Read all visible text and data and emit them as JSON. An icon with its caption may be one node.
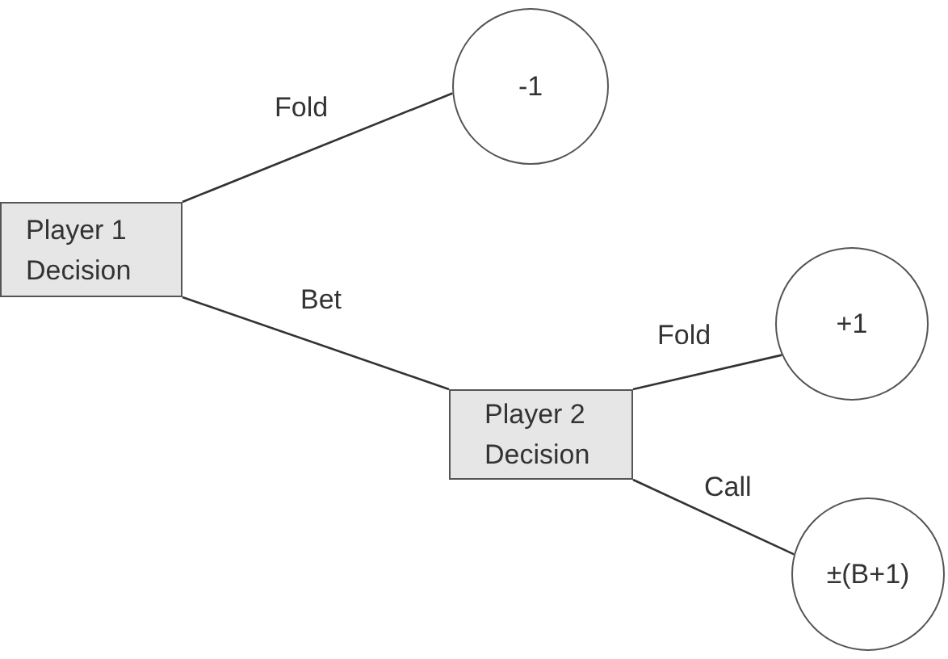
{
  "diagram": {
    "nodes": [
      {
        "text": [
          "Player 1 Decision"
        ]
      },
      {
        "text": [
          "-1"
        ]
      },
      {
        "text": [
          "Player 2 Decision"
        ]
      },
      {
        "text": [
          "+1"
        ]
      },
      {
        "text": [
          "±(B+1)"
        ]
      }
    ],
    "edges": [
      {
        "from": 0,
        "to": 1,
        "arrow": "none",
        "label": "Fold"
      },
      {
        "from": 0,
        "to": 2,
        "arrow": "none",
        "label": "Bet"
      },
      {
        "from": 2,
        "to": 3,
        "arrow": "none",
        "label": "Fold"
      },
      {
        "from": 2,
        "to": 4,
        "arrow": "none",
        "label": "Call"
      }
    ]
  }
}
